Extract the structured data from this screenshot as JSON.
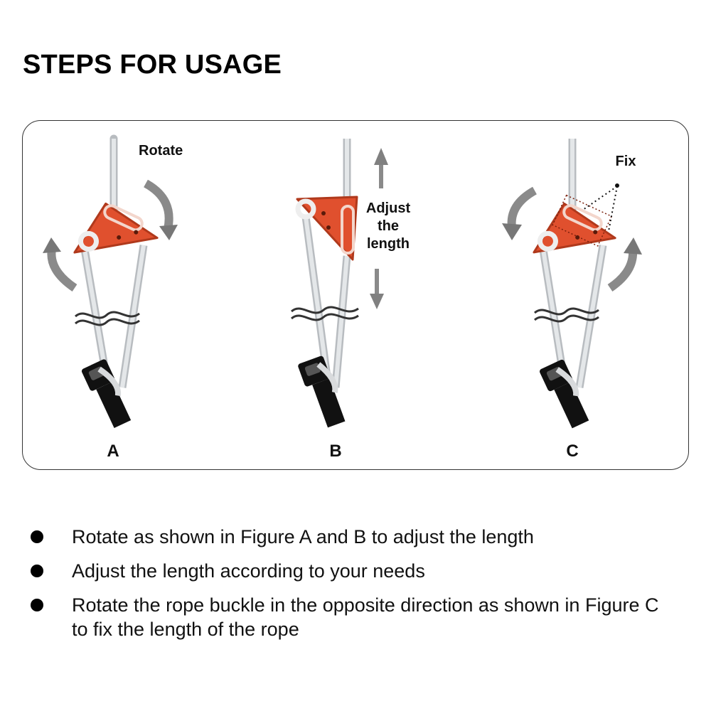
{
  "title": "STEPS FOR USAGE",
  "figures": {
    "a": {
      "letter": "A",
      "annotation": "Rotate"
    },
    "b": {
      "letter": "B",
      "annotation_lines": [
        "Adjust",
        "the",
        "length"
      ]
    },
    "c": {
      "letter": "C",
      "annotation": "Fix"
    }
  },
  "instructions": [
    {
      "text": "Rotate as shown in Figure A and B to adjust the length"
    },
    {
      "text": "Adjust the length according to your needs"
    },
    {
      "text": "Rotate the rope buckle in the opposite direction as shown in Figure C to fix the length of the rope"
    }
  ],
  "colors": {
    "tensioner": "#e0502e",
    "tensioner_edge": "#b0391c",
    "rope": "#cfd3d6",
    "arrow": "#8a8a8a",
    "clip": "#111111"
  },
  "icons": [
    "rotate-arrow-icon",
    "up-arrow-icon",
    "down-arrow-icon",
    "bullet-icon"
  ]
}
